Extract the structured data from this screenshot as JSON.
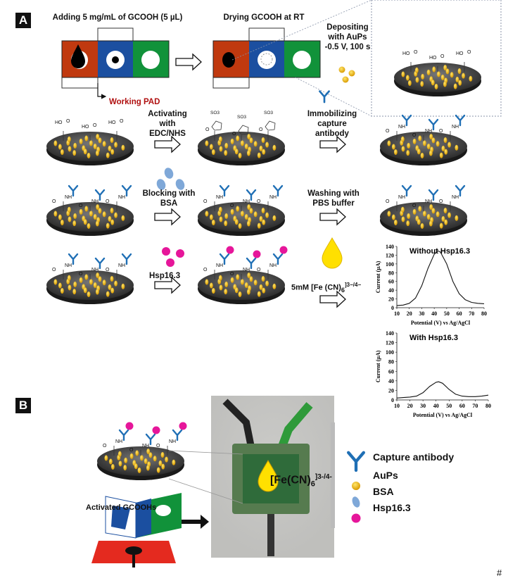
{
  "panels": {
    "a": "A",
    "b": "B"
  },
  "steps": {
    "adding": "Adding 5 mg/mL of GCOOH (5 µL)",
    "working_pad": "Working PAD",
    "drying": "Drying GCOOH at RT",
    "depositing": [
      "Depositing",
      "with AuPs",
      "-0.5 V, 100 s"
    ],
    "activating": [
      "Activating",
      "with",
      "EDC/NHS"
    ],
    "immobilizing": [
      "Immobilizing",
      "capture",
      "antibody"
    ],
    "blocking": [
      "Blocking with",
      "BSA"
    ],
    "washing": [
      "Washing with",
      "PBS buffer"
    ],
    "hsp": "Hsp16.3",
    "ferri": {
      "prefix": "5mM [Fe (CN)",
      "sub": "6",
      "sup": "]3−/4−"
    }
  },
  "chem": {
    "cooh_oh": "HO",
    "cooh_o": "O",
    "nh": "NH",
    "o": "O",
    "so3": "SO3"
  },
  "panel_b": {
    "activated": "Activated GCOOHs",
    "ferri": {
      "prefix": "[Fe(CN)",
      "sub": "6",
      "sup": "]3-/4-"
    }
  },
  "legend": [
    {
      "icon": "antibody-icon",
      "label": "Capture antibody",
      "color": "#1f6fb5"
    },
    {
      "icon": "gold-particle-icon",
      "label": "AuPs",
      "color": "#f2b705"
    },
    {
      "icon": "bsa-icon",
      "label": "BSA",
      "color": "#7fa8d8"
    },
    {
      "icon": "hsp-icon",
      "label": "Hsp16.3",
      "color": "#e6169a"
    }
  ],
  "colors": {
    "red_pad": "#c0390f",
    "blue_pad": "#1b4fa0",
    "green_pad": "#11923a",
    "working_pad_text": "#b01010",
    "antibody": "#1f6fb5",
    "gold": "#f2b705",
    "hsp": "#e6169a",
    "bsa": "#7fa8d8"
  },
  "footnote": "#",
  "chart_data": [
    {
      "type": "line",
      "title": "Without Hsp16.3",
      "xlabel": "Potential (V) vs Ag/AgCl",
      "ylabel": "Current (µA)",
      "xlim": [
        10,
        80
      ],
      "ylim": [
        0,
        140
      ],
      "xticks": [
        "10",
        "20",
        "30",
        "40",
        "50",
        "60",
        "70",
        "80"
      ],
      "yticks": [
        "0",
        "20",
        "40",
        "60",
        "80",
        "100",
        "120",
        "140"
      ],
      "x": [
        10,
        15,
        20,
        25,
        30,
        35,
        40,
        43,
        45,
        50,
        55,
        60,
        65,
        70,
        75,
        80
      ],
      "y": [
        5,
        6,
        10,
        22,
        50,
        90,
        122,
        130,
        127,
        100,
        60,
        32,
        18,
        12,
        10,
        9
      ]
    },
    {
      "type": "line",
      "title": "With Hsp16.3",
      "xlabel": "Potential (V) vs Ag/AgCl",
      "ylabel": "Current (µA)",
      "xlim": [
        10,
        80
      ],
      "ylim": [
        0,
        140
      ],
      "xticks": [
        "10",
        "20",
        "30",
        "40",
        "50",
        "60",
        "70",
        "80"
      ],
      "yticks": [
        "0",
        "20",
        "40",
        "60",
        "80",
        "100",
        "120",
        "140"
      ],
      "x": [
        10,
        15,
        20,
        25,
        30,
        35,
        40,
        42,
        45,
        50,
        55,
        60,
        65,
        70,
        75,
        80
      ],
      "y": [
        4,
        5,
        6,
        8,
        15,
        28,
        37,
        38,
        35,
        22,
        12,
        8,
        7,
        7,
        8,
        10
      ]
    }
  ]
}
